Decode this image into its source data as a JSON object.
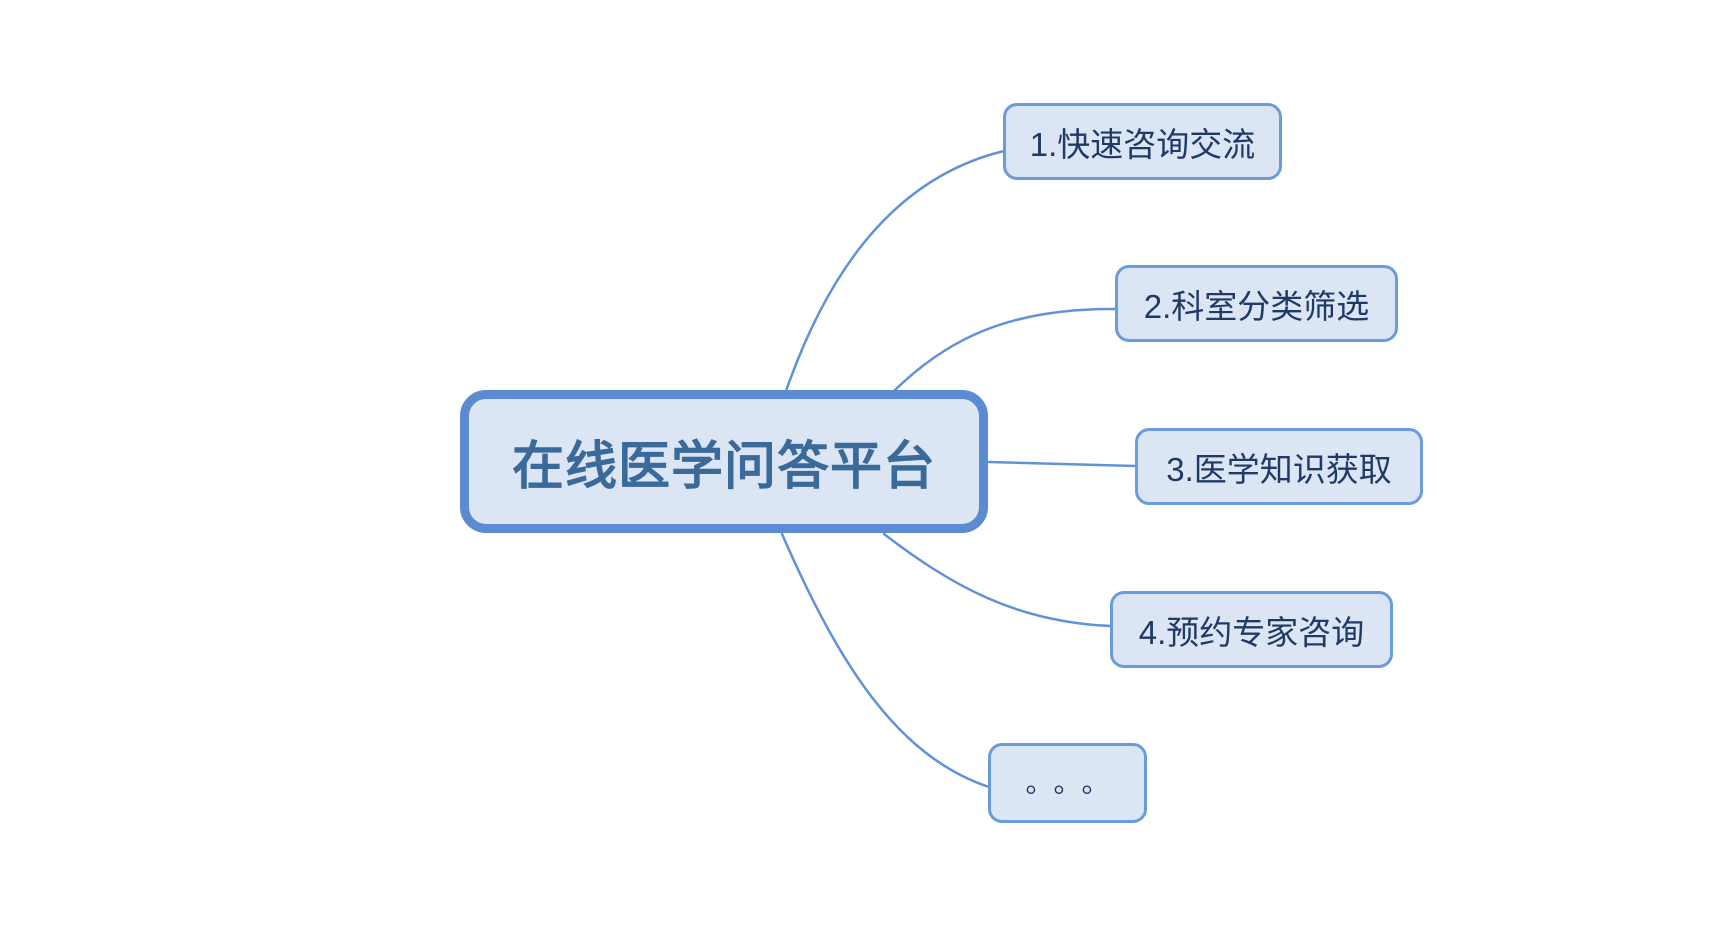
{
  "mindmap": {
    "root": {
      "label": "在线医学问答平台"
    },
    "children": [
      {
        "label": "1.快速咨询交流"
      },
      {
        "label": "2.科室分类筛选"
      },
      {
        "label": "3.医学知识获取"
      },
      {
        "label": "4.预约专家咨询"
      },
      {
        "label": "。。。"
      }
    ],
    "colors": {
      "canvas_bg": "#ffffff",
      "root_border": "#5b8cd3",
      "child_border": "#699cdd",
      "node_fill": "#dce5f3",
      "root_text": "#3a6a99",
      "child_text": "#1f3a66",
      "connector": "#5f92d8"
    }
  }
}
